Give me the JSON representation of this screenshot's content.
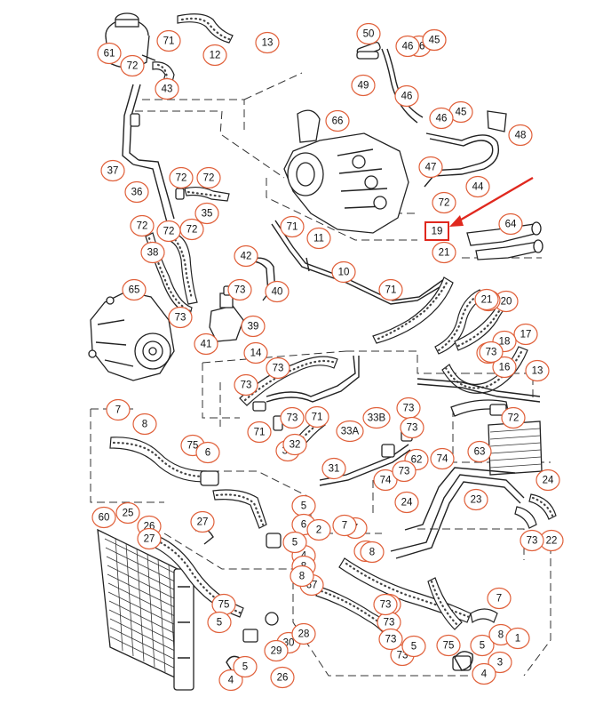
{
  "colors": {
    "callout_outline": "#e0603a",
    "highlight": "#e0281e",
    "line": "#222222",
    "background": "#ffffff"
  },
  "highlighted_part": "19",
  "callouts": [
    "61",
    "71",
    "12",
    "13",
    "72",
    "43",
    "50",
    "46",
    "45",
    "49",
    "37",
    "36",
    "66",
    "48",
    "35",
    "72",
    "72",
    "44",
    "72",
    "72",
    "72",
    "71",
    "64",
    "38",
    "11",
    "42",
    "73",
    "40",
    "10",
    "71",
    "21",
    "20",
    "65",
    "73",
    "39",
    "41",
    "14",
    "73",
    "73",
    "19",
    "21",
    "17",
    "16",
    "13",
    "7",
    "8",
    "75",
    "6",
    "71",
    "33",
    "32",
    "33A",
    "33B",
    "73",
    "62",
    "74",
    "31",
    "73",
    "74",
    "24",
    "63",
    "24",
    "60",
    "25",
    "27",
    "5",
    "6",
    "4",
    "8",
    "2",
    "7",
    "8",
    "67",
    "73",
    "73",
    "73",
    "5",
    "75",
    "30",
    "28",
    "29",
    "26",
    "4",
    "5",
    "75",
    "5",
    "7",
    "8",
    "1",
    "3",
    "4",
    "45",
    "46",
    "46",
    "45",
    "47",
    "46",
    "72",
    "18",
    "73",
    "72",
    "71",
    "73",
    "23",
    "22",
    "73",
    "26",
    "27",
    "5",
    "73",
    "21",
    "73",
    "73",
    "7",
    "8",
    "8",
    "5",
    "73"
  ]
}
